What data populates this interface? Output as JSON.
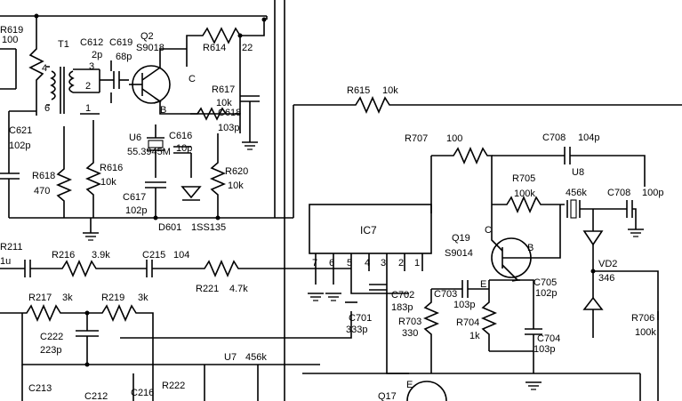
{
  "components": {
    "r619": {
      "ref": "R619",
      "value": "100"
    },
    "t1": {
      "ref": "T1",
      "pins": [
        "1",
        "2",
        "3",
        "4",
        "6"
      ]
    },
    "c612": {
      "ref": "C612",
      "value": "2p"
    },
    "c619": {
      "ref": "C619",
      "value": "68p"
    },
    "q2": {
      "ref": "Q2",
      "part": "S9018",
      "pins": [
        "C",
        "B"
      ]
    },
    "r614": {
      "ref": "R614",
      "value": "22"
    },
    "r617": {
      "ref": "R617",
      "value": "10k"
    },
    "c618": {
      "ref": "C618",
      "value": "103p"
    },
    "c621": {
      "ref": "C621",
      "value": "102p"
    },
    "u6": {
      "ref": "U6",
      "value": "55.3945M"
    },
    "c616": {
      "ref": "C616",
      "value": "10p"
    },
    "r618": {
      "ref": "R618",
      "value": "470"
    },
    "r616": {
      "ref": "R616",
      "value": "10k"
    },
    "r620": {
      "ref": "R620",
      "value": "10k"
    },
    "c617": {
      "ref": "C617",
      "value": "102p"
    },
    "d601": {
      "ref": "D601",
      "part": "1SS135"
    },
    "r615": {
      "ref": "R615",
      "value": "10k"
    },
    "r707": {
      "ref": "R707",
      "value": "100"
    },
    "c708a": {
      "ref": "C708",
      "value": "104p"
    },
    "u8": {
      "ref": "U8",
      "value": "456k"
    },
    "r705": {
      "ref": "R705",
      "value": "100k"
    },
    "c708b": {
      "ref": "C708",
      "value": "100p"
    },
    "ic7": {
      "ref": "IC7",
      "pins": [
        "7",
        "6",
        "5",
        "4",
        "3",
        "2",
        "1"
      ]
    },
    "q19": {
      "ref": "Q19",
      "part": "S9014",
      "pins": [
        "C",
        "B",
        "E"
      ]
    },
    "vd2": {
      "ref": "VD2",
      "value": "346"
    },
    "r211": {
      "ref": "R211",
      "value": "1u"
    },
    "r216": {
      "ref": "R216",
      "value": "3.9k"
    },
    "c215": {
      "ref": "C215",
      "value": "104"
    },
    "r221": {
      "ref": "R221",
      "value": "4.7k"
    },
    "c705": {
      "ref": "C705",
      "value": "102p"
    },
    "c702": {
      "ref": "C702",
      "value": "183p"
    },
    "c703": {
      "ref": "C703",
      "value": "103p"
    },
    "r217": {
      "ref": "R217",
      "value": "3k"
    },
    "r219": {
      "ref": "R219",
      "value": "3k"
    },
    "c222": {
      "ref": "C222",
      "value": "223p"
    },
    "c701": {
      "ref": "C701",
      "value": "333p"
    },
    "r703": {
      "ref": "R703",
      "value": "330"
    },
    "r704": {
      "ref": "R704",
      "value": "1k"
    },
    "c704": {
      "ref": "C704",
      "value": "103p"
    },
    "r706": {
      "ref": "R706",
      "value": "100k"
    },
    "u7": {
      "ref": "U7",
      "value": "456k"
    },
    "c213": {
      "ref": "C213"
    },
    "c212": {
      "ref": "C212"
    },
    "c216": {
      "ref": "C216"
    },
    "r222": {
      "ref": "R222"
    },
    "q17": {
      "ref": "Q17",
      "pins": [
        "E"
      ]
    }
  }
}
